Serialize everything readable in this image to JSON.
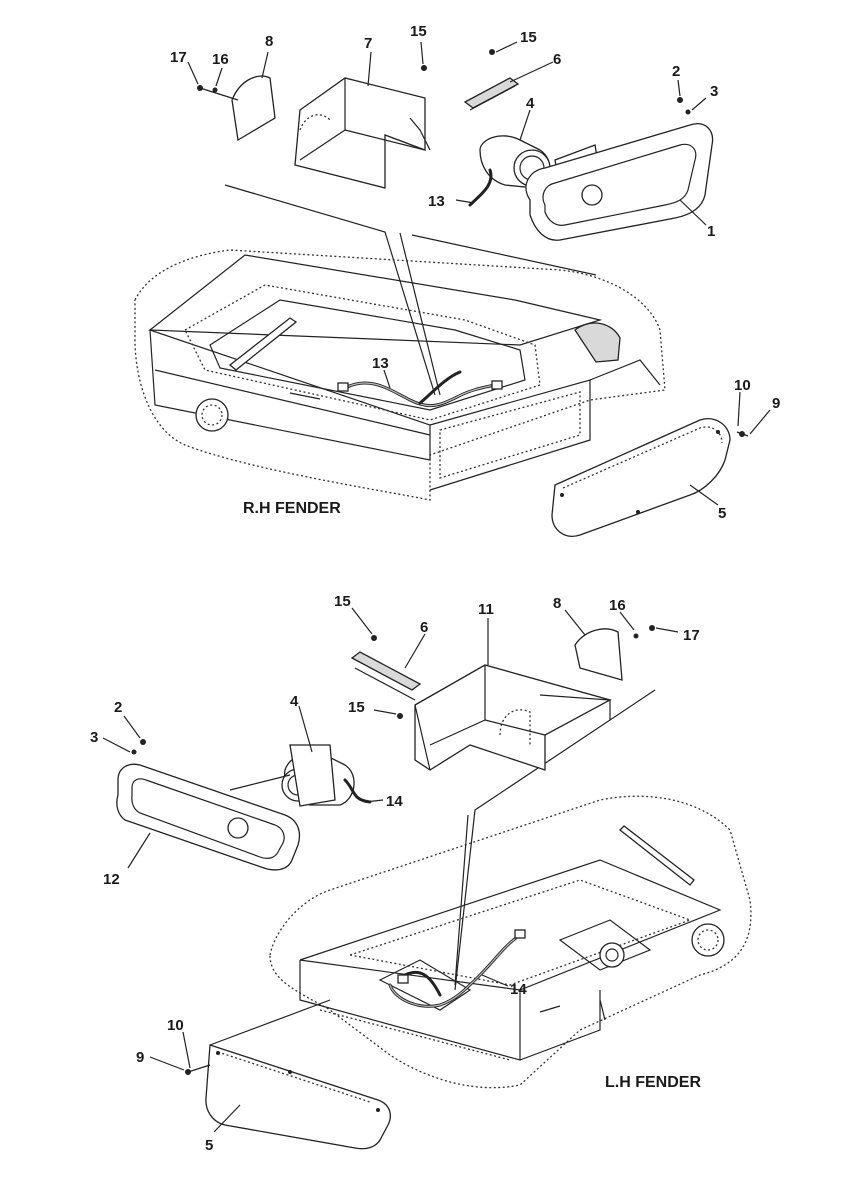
{
  "sections": {
    "rh": {
      "title": "R.H FENDER",
      "callouts": [
        "17",
        "16",
        "8",
        "7",
        "15",
        "15",
        "6",
        "4",
        "2",
        "3",
        "13",
        "1",
        "13",
        "10",
        "9",
        "5"
      ]
    },
    "lh": {
      "title": "L.H FENDER",
      "callouts": [
        "15",
        "6",
        "11",
        "8",
        "16",
        "17",
        "15",
        "2",
        "4",
        "3",
        "14",
        "12",
        "14",
        "10",
        "9",
        "5"
      ]
    }
  }
}
